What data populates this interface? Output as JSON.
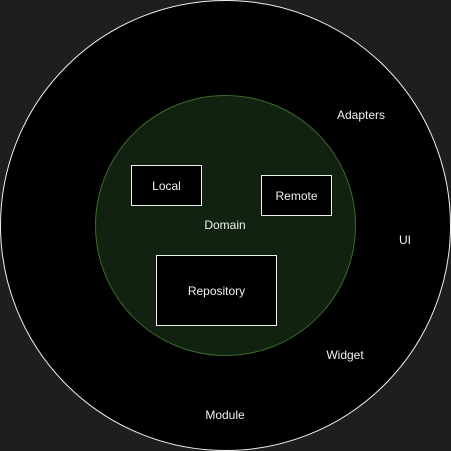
{
  "diagram": {
    "layers": {
      "outer": {
        "labels": {
          "adapters": "Adapters",
          "ui": "UI",
          "widget": "Widget",
          "module": "Module"
        }
      },
      "inner": {
        "label": "Domain",
        "boxes": {
          "local": "Local",
          "remote": "Remote",
          "repository": "Repository"
        }
      }
    },
    "colors": {
      "background": "#1e1e1e",
      "outer_fill": "#000000",
      "outer_stroke": "#f0f0f0",
      "inner_fill": "#112211",
      "inner_stroke": "#3a6b2a",
      "text": "#f0f0f0"
    }
  }
}
